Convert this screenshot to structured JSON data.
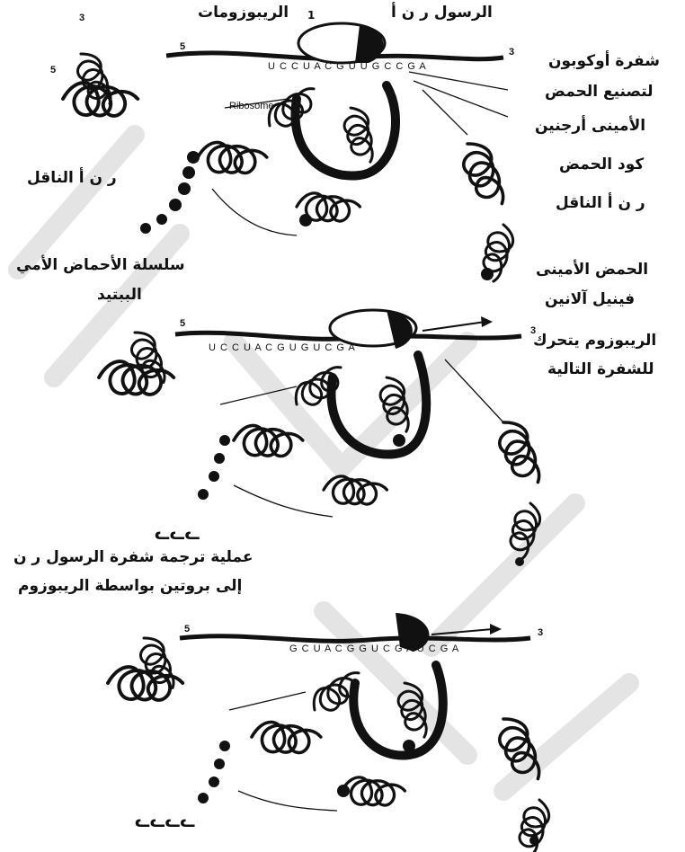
{
  "colors": {
    "ink": "#111111",
    "watermark": "#cccccc",
    "background": "#ffffff"
  },
  "labels": {
    "ribosomes": "الريبوزومات",
    "mrna": "الرسول ر ن أ",
    "codon_l1": "شفرة أوكوبون",
    "codon_l2": "لتصنيع الحمض",
    "arginine": "الأمينى أرجنين",
    "anticodon": "كود الحمض",
    "trna_right": "ر ن أ الناقل",
    "trna_left": "ر ن أ الناقل",
    "chain_l1": "سلسلة الأحماض الأمي",
    "chain_l2": "الببتيد",
    "amino_l1": "الحمض الأمينى",
    "amino_l2": "فينيل آلانين",
    "moves_l1": "الريبوزوم يتحرك",
    "moves_l2": "للشفرة التالية",
    "process_l1": "عملية ترجمة شفرة الرسول ر ن",
    "process_l2": "إلى بروتين بواسطة الريبوزوم",
    "ribosome_small": "Ribosome",
    "codons_top": "U C C U A C G U U G C C G A",
    "codons_mid": "U C C U A C G U G U C G A",
    "codons_bottom": "G C U A C G G U C G A U C G A",
    "number_one": "1"
  },
  "strand_ends": {
    "five": "5",
    "three": "3"
  }
}
